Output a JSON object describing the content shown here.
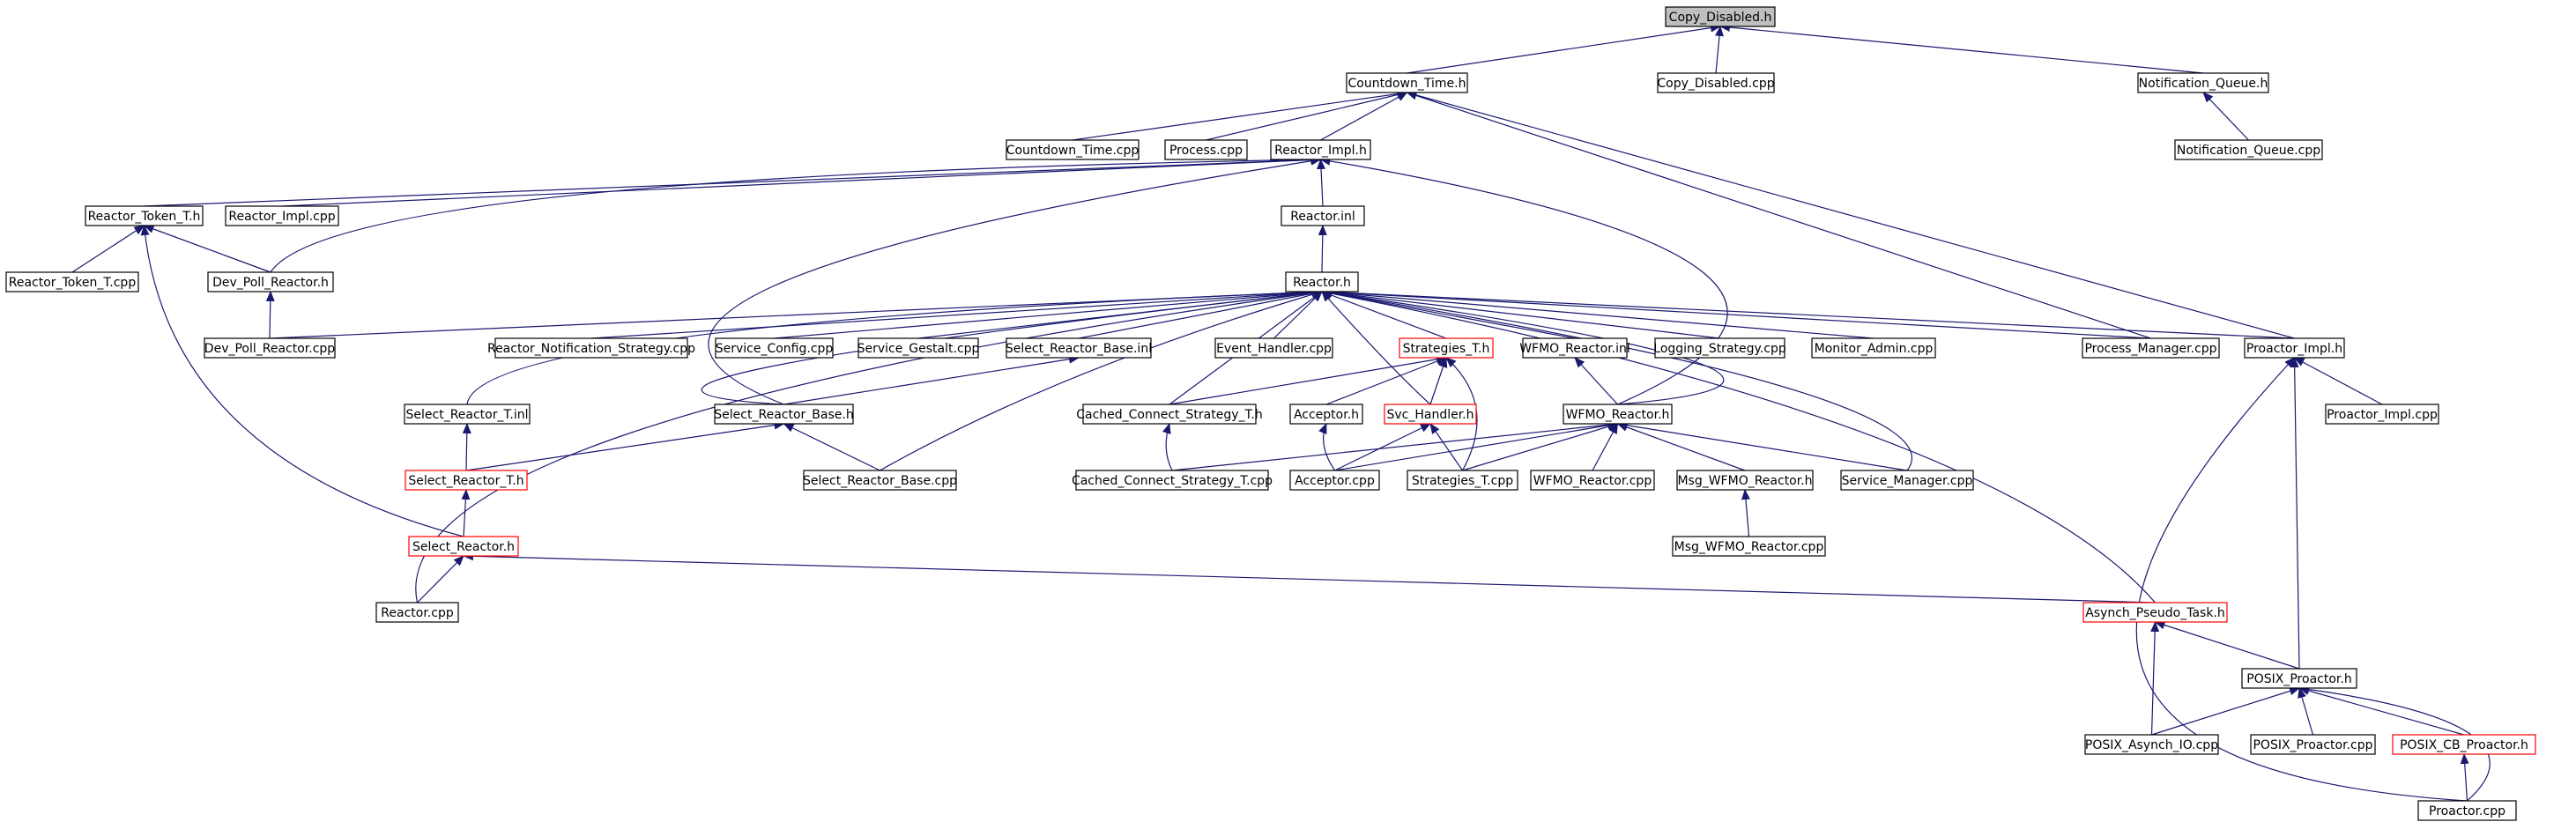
{
  "diagram": {
    "title": "",
    "colors": {
      "edge": "#191970",
      "node_border": "#000000",
      "highlight_border": "#ff0000",
      "root_fill": "#bfbfbf"
    },
    "nodes": {
      "copy_disabled_h": "Copy_Disabled.h",
      "countdown_time_h": "Countdown_Time.h",
      "copy_disabled_cpp": "Copy_Disabled.cpp",
      "notification_queue_h": "Notification_Queue.h",
      "countdown_time_cpp": "Countdown_Time.cpp",
      "process_cpp": "Process.cpp",
      "reactor_impl_h": "Reactor_Impl.h",
      "notification_queue_cpp": "Notification_Queue.cpp",
      "reactor_token_t_h": "Reactor_Token_T.h",
      "reactor_impl_cpp": "Reactor_Impl.cpp",
      "reactor_inl": "Reactor.inl",
      "reactor_token_t_cpp": "Reactor_Token_T.cpp",
      "dev_poll_reactor_h": "Dev_Poll_Reactor.h",
      "reactor_h": "Reactor.h",
      "dev_poll_reactor_cpp": "Dev_Poll_Reactor.cpp",
      "reactor_notification_strategy_cpp": "Reactor_Notification_Strategy.cpp",
      "service_config_cpp": "Service_Config.cpp",
      "service_gestalt_cpp": "Service_Gestalt.cpp",
      "select_reactor_base_inl": "Select_Reactor_Base.inl",
      "event_handler_cpp": "Event_Handler.cpp",
      "strategies_t_h": "Strategies_T.h",
      "wfmo_reactor_inl": "WFMO_Reactor.inl",
      "logging_strategy_cpp": "Logging_Strategy.cpp",
      "monitor_admin_cpp": "Monitor_Admin.cpp",
      "process_manager_cpp": "Process_Manager.cpp",
      "proactor_impl_h": "Proactor_Impl.h",
      "select_reactor_t_inl": "Select_Reactor_T.inl",
      "select_reactor_base_h": "Select_Reactor_Base.h",
      "cached_connect_strategy_t_h": "Cached_Connect_Strategy_T.h",
      "acceptor_h": "Acceptor.h",
      "svc_handler_h": "Svc_Handler.h",
      "wfmo_reactor_h": "WFMO_Reactor.h",
      "proactor_impl_cpp": "Proactor_Impl.cpp",
      "select_reactor_t_h": "Select_Reactor_T.h",
      "select_reactor_base_cpp": "Select_Reactor_Base.cpp",
      "cached_connect_strategy_t_cpp": "Cached_Connect_Strategy_T.cpp",
      "acceptor_cpp": "Acceptor.cpp",
      "strategies_t_cpp": "Strategies_T.cpp",
      "wfmo_reactor_cpp": "WFMO_Reactor.cpp",
      "msg_wfmo_reactor_h": "Msg_WFMO_Reactor.h",
      "service_manager_cpp": "Service_Manager.cpp",
      "select_reactor_h": "Select_Reactor.h",
      "msg_wfmo_reactor_cpp": "Msg_WFMO_Reactor.cpp",
      "reactor_cpp": "Reactor.cpp",
      "asynch_pseudo_task_h": "Asynch_Pseudo_Task.h",
      "posix_proactor_h": "POSIX_Proactor.h",
      "posix_asynch_io_cpp": "POSIX_Asynch_IO.cpp",
      "posix_proactor_cpp": "POSIX_Proactor.cpp",
      "posix_cb_proactor_h": "POSIX_CB_Proactor.h",
      "proactor_cpp": "Proactor.cpp"
    }
  }
}
